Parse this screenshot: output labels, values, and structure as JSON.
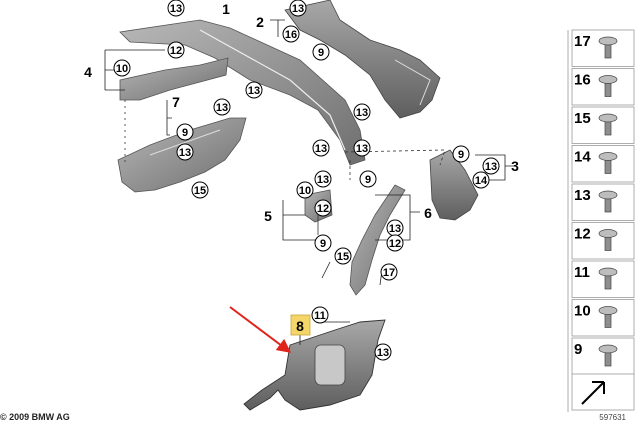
{
  "callouts": {
    "c1": "1",
    "c2": "2",
    "c3": "3",
    "c4": "4",
    "c5": "5",
    "c6": "6",
    "c7": "7",
    "c8": "8",
    "c9": "9",
    "c10": "10",
    "c11": "11",
    "c12": "12",
    "c13": "13",
    "c14": "14",
    "c15": "15",
    "c16": "16",
    "c17": "17"
  },
  "legend": [
    "17",
    "16",
    "15",
    "14",
    "13",
    "12",
    "11",
    "10",
    "9"
  ],
  "footer": {
    "copyright": "© 2009 BMW AG",
    "ref": "597631"
  },
  "colors": {
    "part": "#9a9a9a",
    "part_dark": "#6f6f6f",
    "highlight": "#f3d56a",
    "arrow": "#e0241b"
  }
}
